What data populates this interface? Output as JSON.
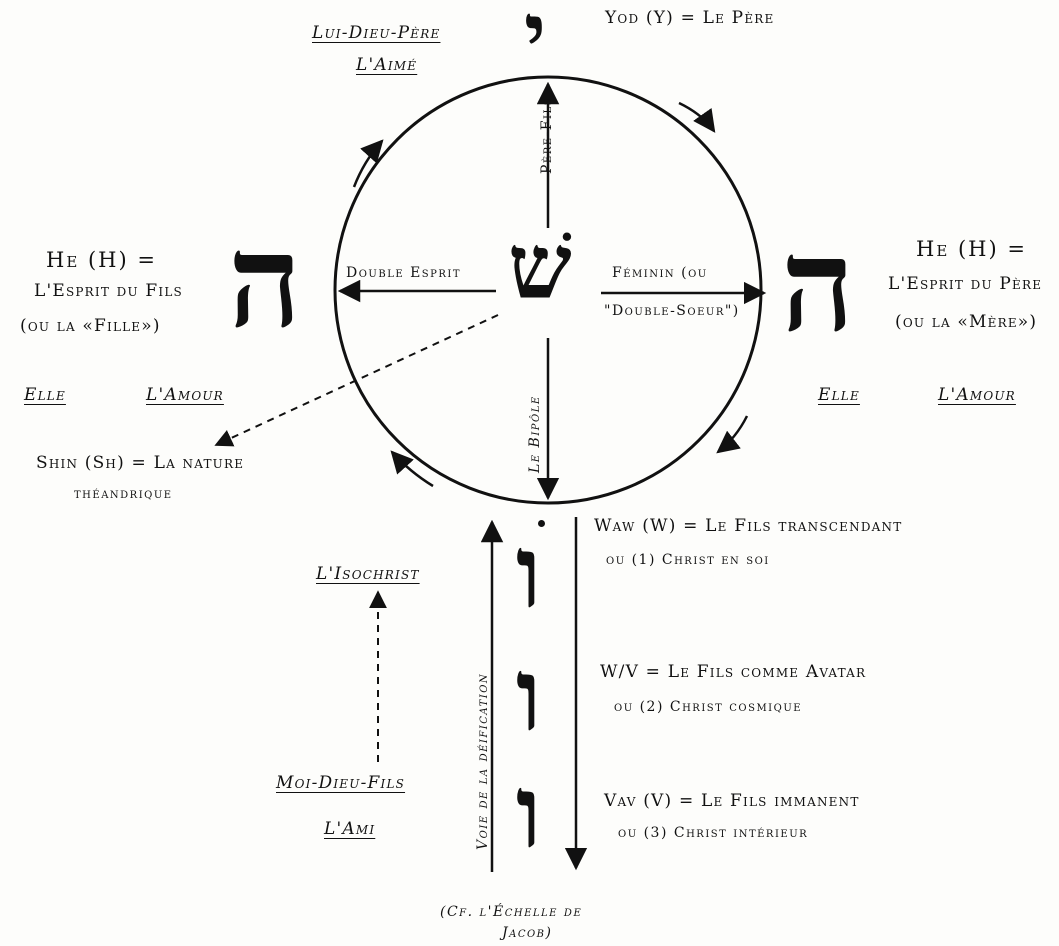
{
  "top": {
    "yod_glyph": "י",
    "yod_label": "Yod (Y) = Le Père",
    "lui_dieu_pere": "Lui-Dieu-Père",
    "laime": "L'Aimé"
  },
  "left": {
    "he_glyph": "ה",
    "he_line1": "He (H) =",
    "he_line2": "L'Esprit du Fils",
    "he_line3": "(ou la «Fille»)",
    "elle": "Elle",
    "lamour": "L'Amour",
    "shin_line1": "Shin (Sh) = La nature",
    "shin_line2": "théandrique"
  },
  "right": {
    "he_glyph": "ה",
    "he_line1": "He (H) =",
    "he_line2": "L'Esprit du Père",
    "he_line3": "(ou la «Mère»)",
    "elle": "Elle",
    "lamour": "L'Amour"
  },
  "circle": {
    "shin_glyph": "שׁ",
    "axis_up": "Père-Fils",
    "axis_left": "Double Esprit",
    "axis_right_line1": "Féminin (ou",
    "axis_right_line2": "\"Double-Soeur\")",
    "axis_down": "Le Bipôle"
  },
  "bottom": {
    "vav_glyph": "ו",
    "waw_line1": "Waw (W) = Le Fils transcendant",
    "waw_line2": "ou (1) Christ en soi",
    "wv_line1": "W/V = Le Fils comme Avatar",
    "wv_line2": "ou (2) Christ cosmique",
    "vav_line1": "Vav (V) = Le Fils immanent",
    "vav_line2": "ou (3) Christ intérieur",
    "voie": "Voie de la déification",
    "isochrist": "L'Isochrist",
    "moi_dieu_fils": "Moi-Dieu-Fils",
    "lami": "L'Ami",
    "cf_line1": "(Cf. l'Échelle de",
    "cf_line2": "Jacob)"
  }
}
